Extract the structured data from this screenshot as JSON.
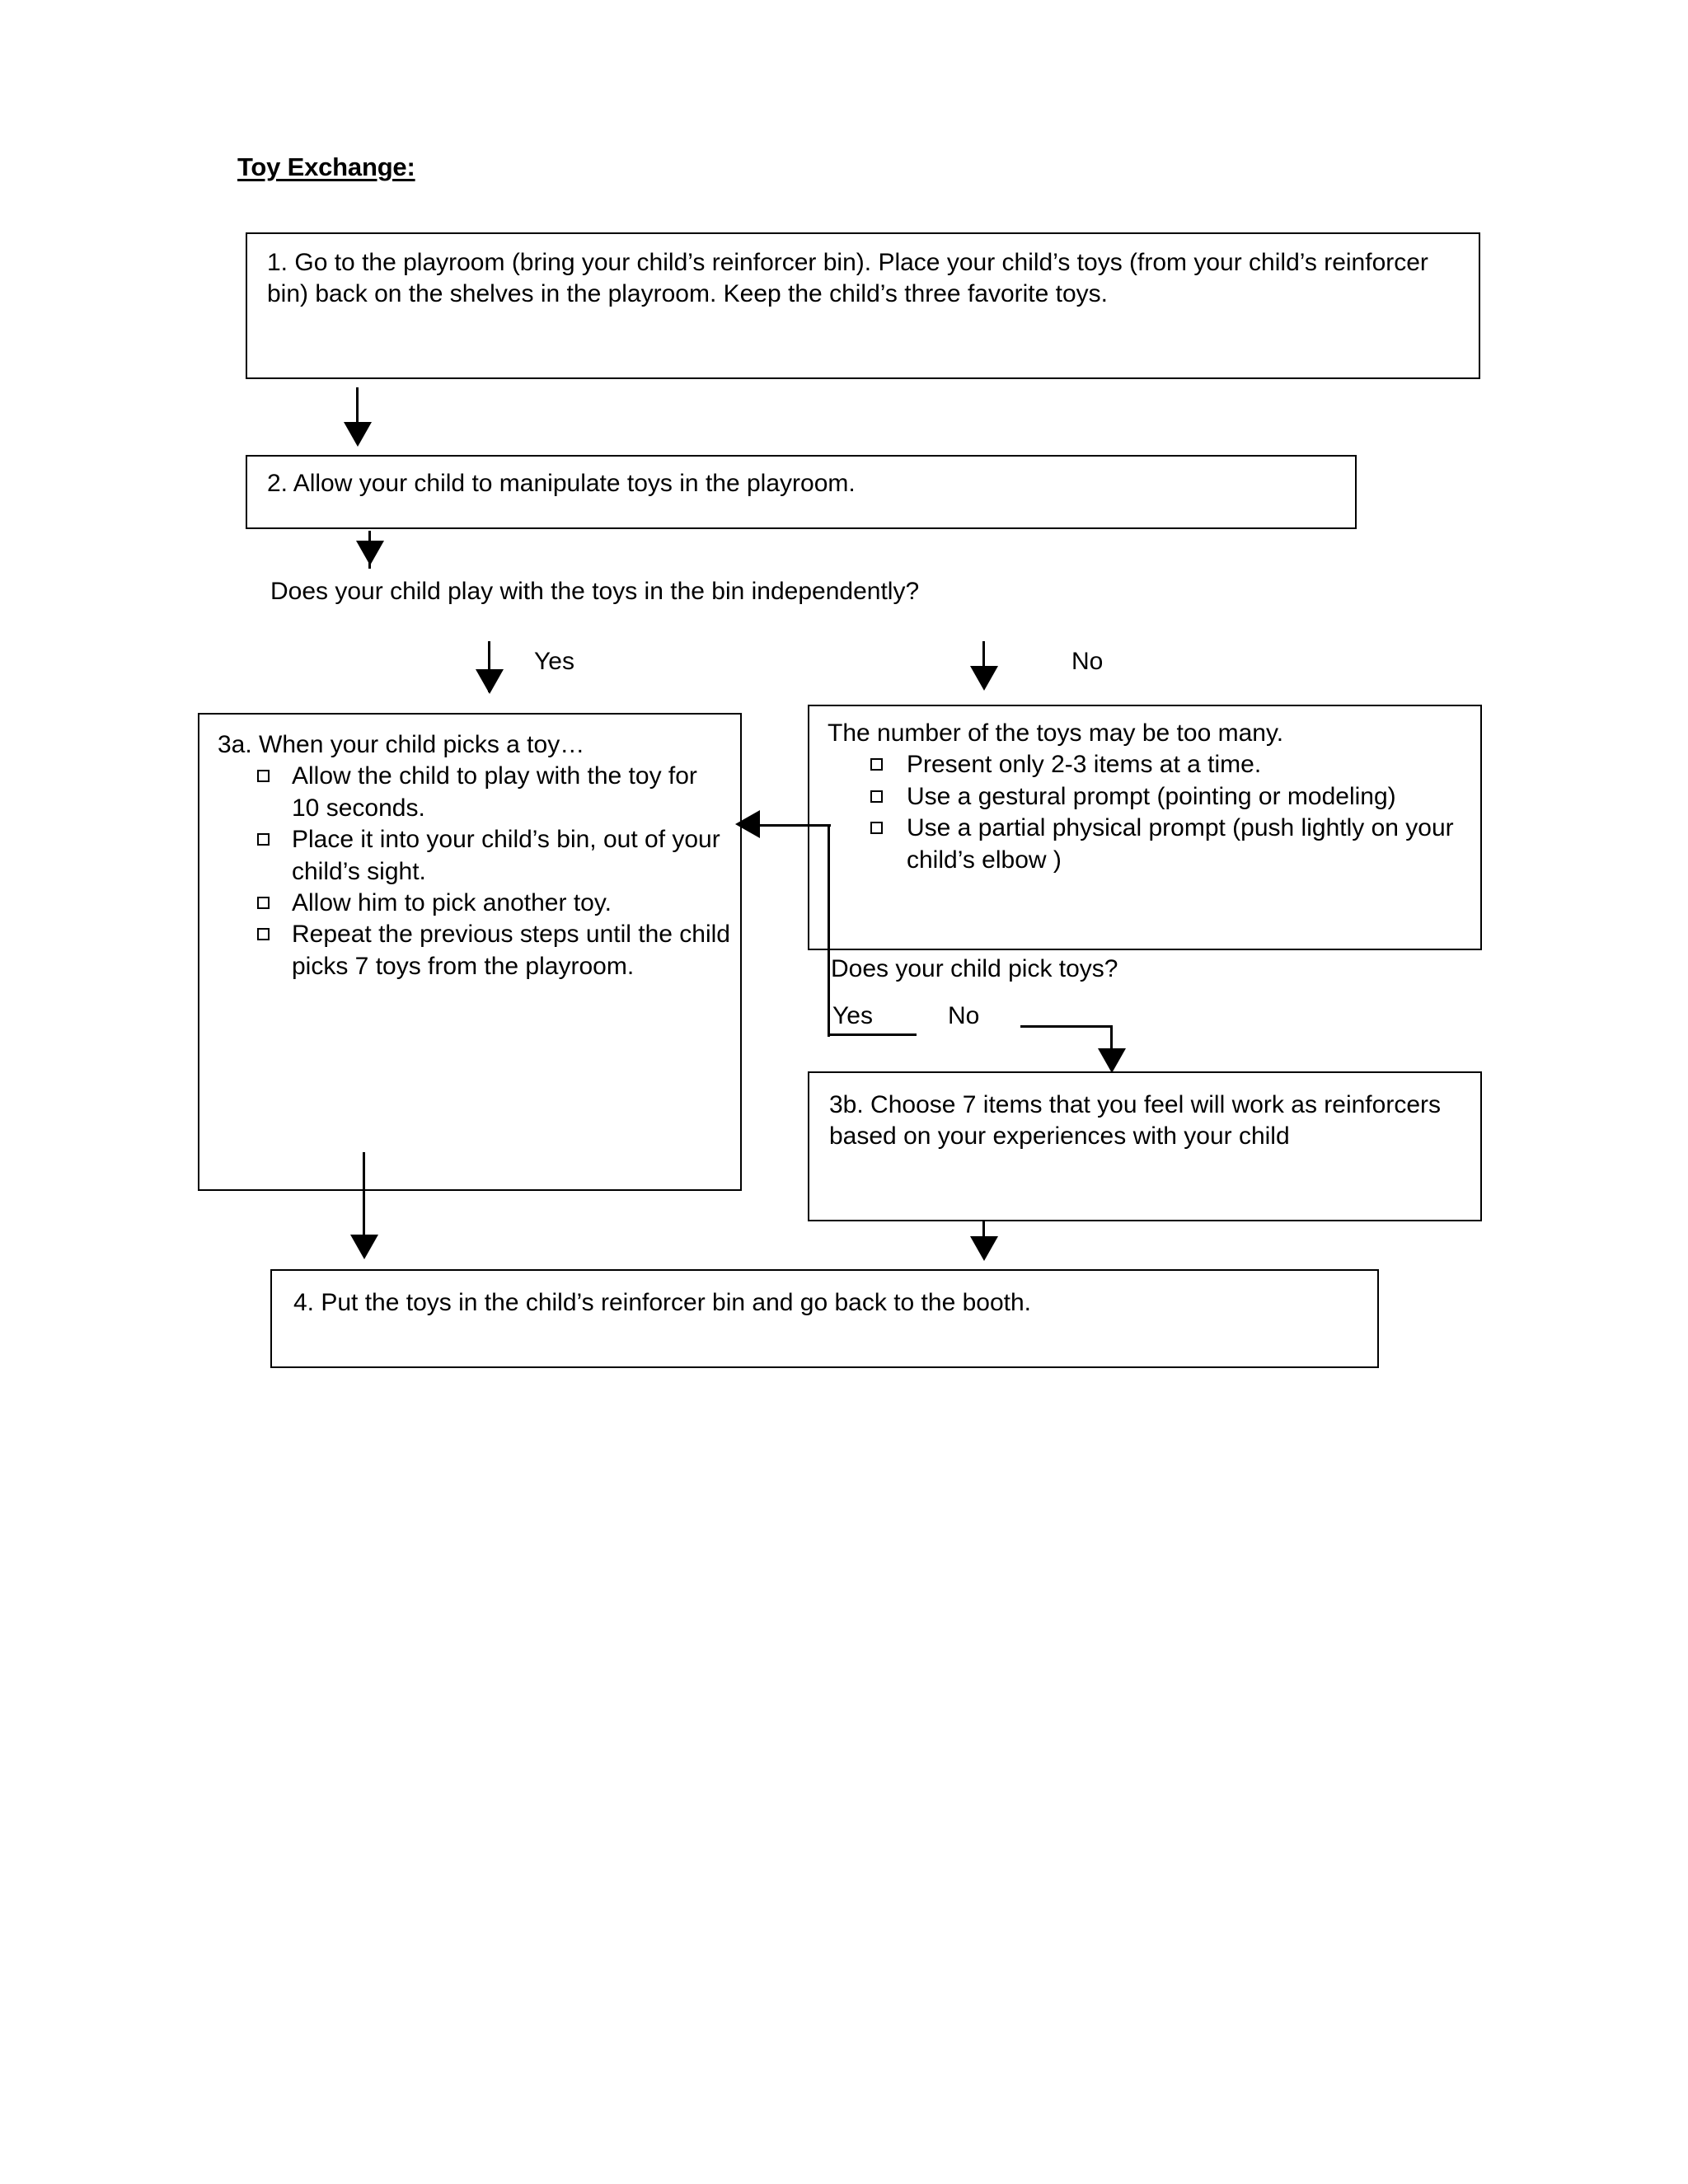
{
  "document": {
    "title": "Toy Exchange:"
  },
  "boxes": {
    "step1": {
      "text": "1. Go to the playroom (bring your child’s reinforcer bin). Place your child’s toys (from your child’s reinforcer bin) back on the shelves in the playroom. Keep the child’s three favorite toys."
    },
    "step2": {
      "text": "2. Allow your child to manipulate toys in the playroom."
    },
    "step3a": {
      "heading": "3a. When your child picks a toy…",
      "bullets": [
        "Allow the child to play with the toy for 10 seconds.",
        "Place it into your child’s bin, out of your child’s sight.",
        "Allow him to pick another toy.",
        "Repeat the previous steps until the child picks 7 toys from the playroom."
      ]
    },
    "step3no": {
      "heading": "The number of the toys may be too many.",
      "bullets": [
        "Present only 2-3 items at a time.",
        "Use a gestural prompt (pointing or modeling)",
        "Use a partial physical prompt (push lightly on your child’s elbow )"
      ]
    },
    "step3b": {
      "text": "3b. Choose 7 items that you feel will work as reinforcers based on your experiences with your child"
    },
    "step4": {
      "text": "4. Put the toys in the child’s reinforcer bin and go back to the booth."
    }
  },
  "decisions": {
    "question1": {
      "text": "Does your child play with the toys in the bin independently?",
      "yes_label": "Yes",
      "no_label": "No"
    },
    "question2": {
      "text": "Does your child pick toys?",
      "yes_label": "Yes",
      "no_label": "No"
    }
  },
  "colors": {
    "ink": "#000000",
    "page": "#ffffff"
  }
}
